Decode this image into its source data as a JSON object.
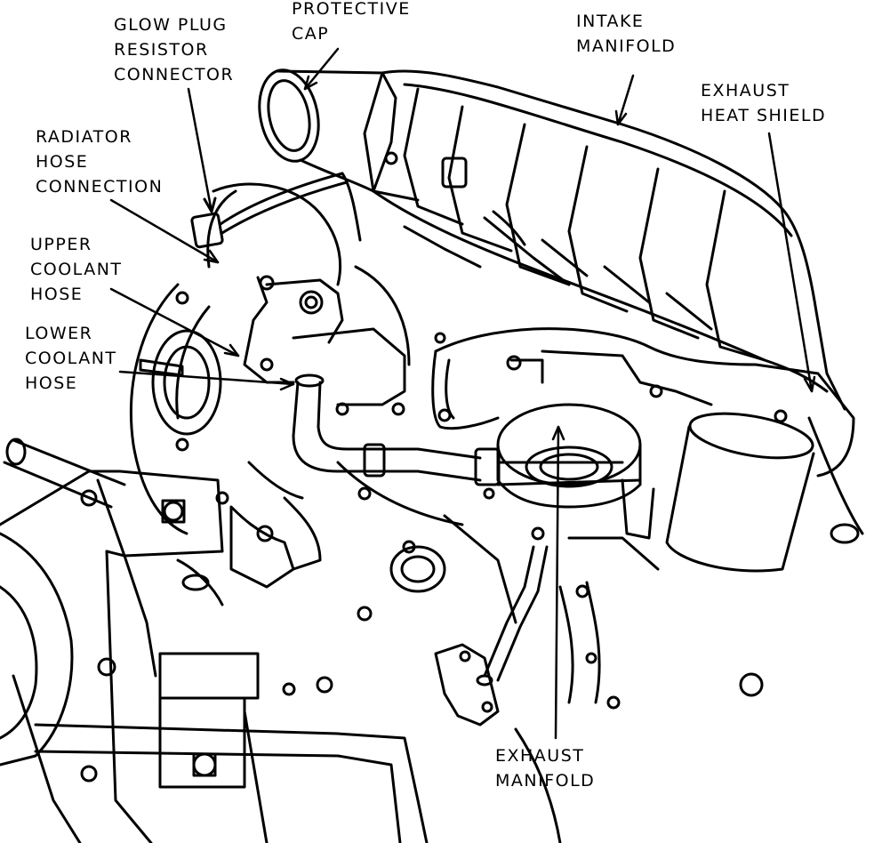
{
  "labels": {
    "glow_plug_resistor_connector": [
      "GLOW PLUG",
      "RESISTOR",
      "CONNECTOR"
    ],
    "protective_cap": [
      "PROTECTIVE",
      "CAP"
    ],
    "intake_manifold": [
      "INTAKE",
      "MANIFOLD"
    ],
    "exhaust_heat_shield": [
      "EXHAUST",
      "HEAT SHIELD"
    ],
    "radiator_hose_connection": [
      "RADIATOR",
      "HOSE",
      "CONNECTION"
    ],
    "upper_coolant_hose": [
      "UPPER",
      "COOLANT",
      "HOSE"
    ],
    "lower_coolant_hose": [
      "LOWER",
      "COOLANT",
      "HOSE"
    ],
    "exhaust_manifold": [
      "EXHAUST",
      "MANIFOLD"
    ]
  }
}
